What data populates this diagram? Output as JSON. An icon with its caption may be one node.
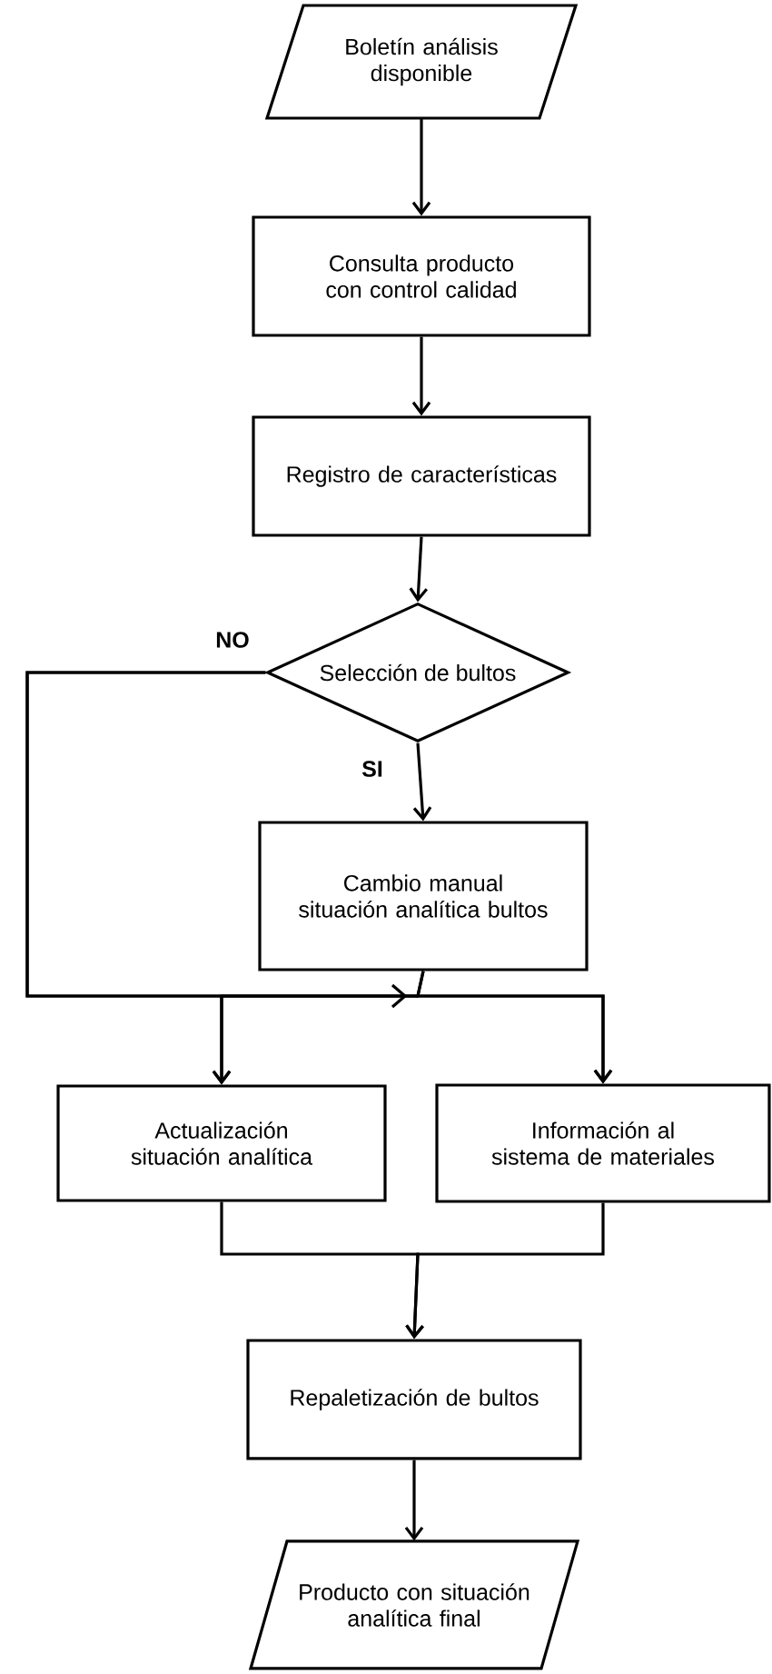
{
  "diagram": {
    "nodes": [
      {
        "text": [
          "Boletín análisis disponible"
        ]
      },
      {
        "text": [
          "Consulta producto con control calidad"
        ]
      },
      {
        "text": [
          "Registro de características"
        ]
      },
      {
        "text": [
          "Selección de bultos"
        ]
      },
      {
        "text": [
          "Cambio manual situación analítica bultos"
        ]
      },
      {
        "text": [
          "Actualización situación analítica"
        ]
      },
      {
        "text": [
          "Información al sistema de materiales"
        ]
      },
      {
        "text": [
          "Repaletización de bultos"
        ]
      },
      {
        "text": [
          "Producto con situación analítica final"
        ]
      }
    ],
    "edges": [
      {
        "from": 0,
        "to": 1,
        "arrow": "to"
      },
      {
        "from": 1,
        "to": 2,
        "arrow": "to"
      },
      {
        "from": 2,
        "to": 3,
        "arrow": "to"
      },
      {
        "from": 3,
        "to": 4,
        "arrow": "to",
        "label": "SI"
      },
      {
        "from": 3,
        "to": 5,
        "arrow": "to",
        "label": "NO"
      },
      {
        "from": 3,
        "to": 6,
        "arrow": "to"
      },
      {
        "from": 4,
        "to": 5,
        "arrow": "to"
      },
      {
        "from": 4,
        "to": 6,
        "arrow": "to"
      },
      {
        "from": 5,
        "to": 7,
        "arrow": "to"
      },
      {
        "from": 6,
        "to": 7,
        "arrow": "to"
      },
      {
        "from": 7,
        "to": 8,
        "arrow": "to"
      }
    ]
  }
}
